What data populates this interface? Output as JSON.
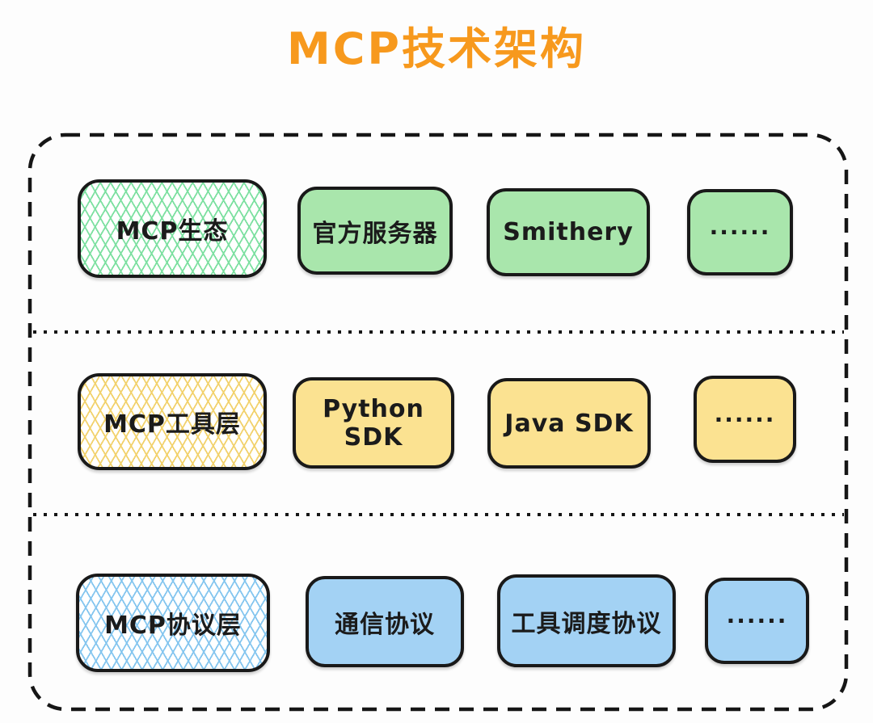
{
  "title": "MCP技术架构",
  "colors": {
    "title": "#f7991d",
    "outline": "#161616",
    "green_fill": "#a9e6ac",
    "green_hatch": "#7de0a1",
    "yellow_fill": "#fbe291",
    "yellow_hatch": "#f2d26d",
    "blue_fill": "#a3d2f4",
    "blue_hatch": "#85c6ef"
  },
  "rows": [
    {
      "leader": "MCP生态",
      "items": [
        "官方服务器",
        "Smithery",
        "......"
      ]
    },
    {
      "leader": "MCP工具层",
      "items": [
        "Python SDK",
        "Java SDK",
        "......"
      ]
    },
    {
      "leader": "MCP协议层",
      "items": [
        "通信协议",
        "工具调度协议",
        "......"
      ]
    }
  ]
}
